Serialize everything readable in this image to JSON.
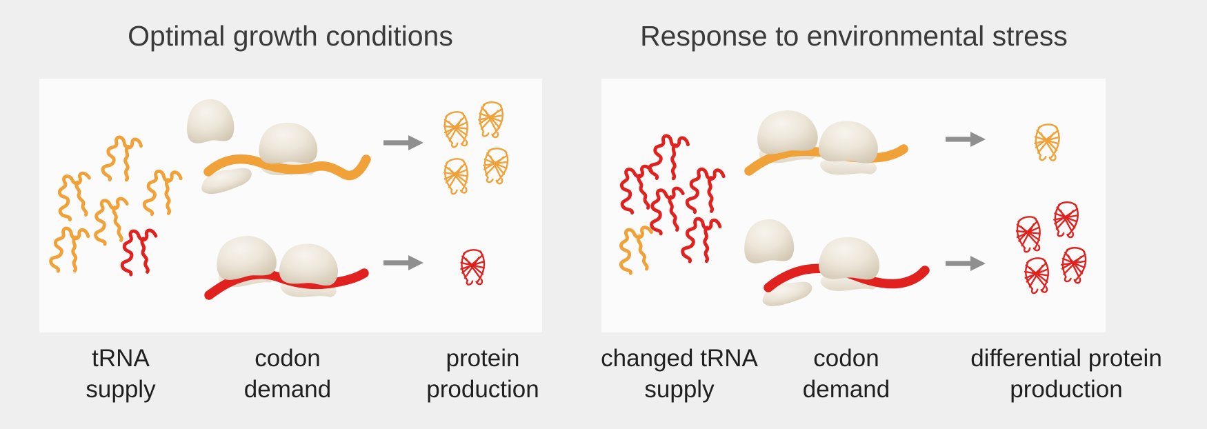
{
  "figure": {
    "background_color": "#efefef",
    "panel_color": "#fbfbfb",
    "text_color": "#1f1f1f",
    "title_color": "#3a3a3a"
  },
  "colors": {
    "orange": "#f0a138",
    "red": "#e0211e",
    "arrow_gray": "#8f8f8f",
    "ribosome_light": "#f8f4ee",
    "ribosome_mid": "#ece5d8",
    "ribosome_dark": "#d2c7b2"
  },
  "panels": {
    "left": {
      "title": "Optimal growth conditions",
      "columns": [
        {
          "line1": "tRNA",
          "line2": "supply"
        },
        {
          "line1": "codon",
          "line2": "demand"
        },
        {
          "line1": "protein",
          "line2": "production"
        }
      ],
      "trna_pool": {
        "orange": 5,
        "red": 1
      },
      "proteins_out": {
        "orange": 4,
        "red": 1
      }
    },
    "right": {
      "title": "Response to environmental stress",
      "columns": [
        {
          "line1": "changed tRNA",
          "line2": "supply"
        },
        {
          "line1": "codon",
          "line2": "demand"
        },
        {
          "line1": "differential protein",
          "line2": "production"
        }
      ],
      "trna_pool": {
        "red": 5,
        "orange": 1
      },
      "proteins_out": {
        "orange": 1,
        "red": 4
      }
    }
  }
}
